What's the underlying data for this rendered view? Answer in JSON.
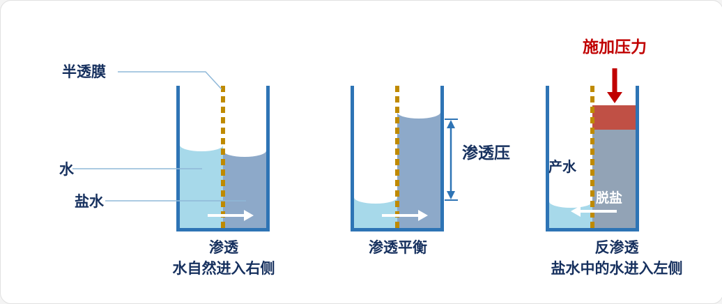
{
  "colors": {
    "beaker_wall": "#2e74b5",
    "fresh_water": "#a7d9ea",
    "salt_water": "#8da9c9",
    "salt_water_reverse": "#92a3b6",
    "membrane": "#bf8a00",
    "pressure_block": "#c05045",
    "pressure_arrow": "#c00000",
    "text": "#16305e",
    "leader_line": "#8fb8d8",
    "flow_arrow": "#ffffff"
  },
  "panels": [
    {
      "caption": "渗透",
      "subcaption": "水自然进入右侧",
      "membrane_label": "半透膜",
      "water_label": "水",
      "salt_water_label": "盐水",
      "flow_direction": "right"
    },
    {
      "caption": "渗透平衡",
      "osmotic_pressure_label": "渗透压",
      "flow_direction": "right"
    },
    {
      "caption": "反渗透",
      "subcaption": "盐水中的水进入左侧",
      "pressure_label": "施加压力",
      "product_water_label": "产水",
      "desalination_label": "脱盐",
      "flow_direction": "left"
    }
  ]
}
